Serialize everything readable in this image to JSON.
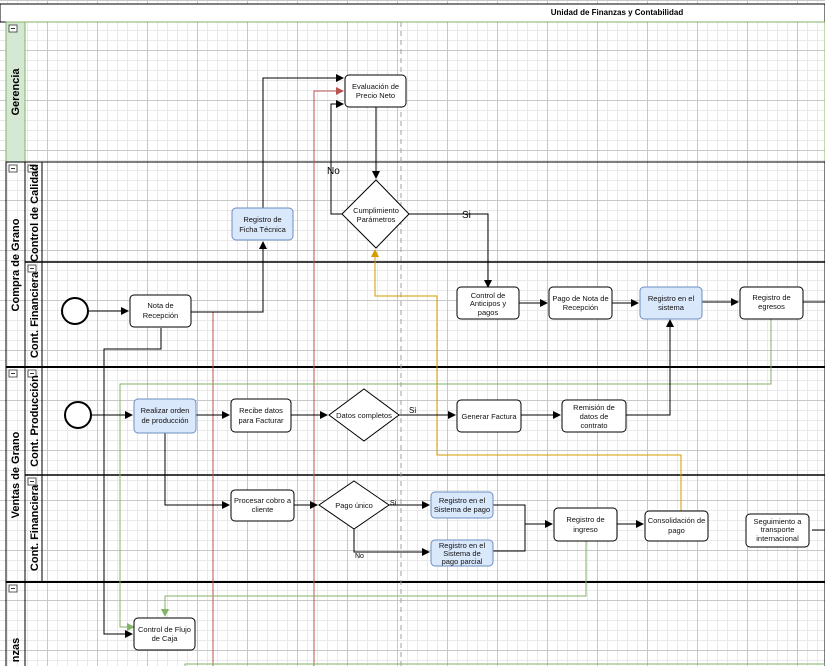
{
  "diagram": {
    "title": "Unidad de Finanzas y Contabilidad",
    "pools": [
      {
        "id": "pool-gerencia",
        "label": "Gerencia"
      },
      {
        "id": "pool-compra",
        "label": "Compra  de Grano"
      },
      {
        "id": "pool-ventas",
        "label": "Ventas de Grano"
      },
      {
        "id": "pool-bottom",
        "label": "nzas"
      }
    ],
    "lanes": [
      {
        "id": "lane-control-calidad",
        "label": "Control de Calidad"
      },
      {
        "id": "lane-cont-financiera-1",
        "label": "Cont. Financiera"
      },
      {
        "id": "lane-cont-produccion",
        "label": "Cont. Producción"
      },
      {
        "id": "lane-cont-financiera-2",
        "label": "Cont. Financiera"
      }
    ],
    "nodes": [
      {
        "id": "evaluacion",
        "lines": [
          "Evaluación de",
          "Precio Neto"
        ]
      },
      {
        "id": "cumplimiento",
        "lines": [
          "Cumplimiento",
          "Parámetros"
        ]
      },
      {
        "id": "ficha",
        "lines": [
          "Registro de",
          "Ficha Técnica"
        ]
      },
      {
        "id": "nota",
        "lines": [
          "Nota de",
          "Recepción"
        ]
      },
      {
        "id": "anticipos",
        "lines": [
          "Control de",
          "Anticipos y",
          "pagos"
        ]
      },
      {
        "id": "pago-nota",
        "lines": [
          "Pago de Nota de",
          "Recepción"
        ]
      },
      {
        "id": "registro-sistema",
        "lines": [
          "Registro en el",
          "sistema"
        ]
      },
      {
        "id": "egresos",
        "lines": [
          "Registro de",
          "egresos"
        ]
      },
      {
        "id": "orden",
        "lines": [
          "Realizar orden",
          "de producción"
        ]
      },
      {
        "id": "recibe",
        "lines": [
          "Recibe datos",
          "para Facturar"
        ]
      },
      {
        "id": "datos",
        "lines": [
          "Datos completos"
        ]
      },
      {
        "id": "factura",
        "lines": [
          "Generar Factura"
        ]
      },
      {
        "id": "remision",
        "lines": [
          "Remisión de",
          "datos de",
          "contrato"
        ]
      },
      {
        "id": "cobro",
        "lines": [
          "Procesar cobro a",
          "cliente"
        ]
      },
      {
        "id": "pago-unico",
        "lines": [
          "Pago único"
        ]
      },
      {
        "id": "reg-pago",
        "lines": [
          "Registro en el",
          "Sistema de pago"
        ]
      },
      {
        "id": "reg-parcial",
        "lines": [
          "Registro en el",
          "Sistema de",
          "pago  parcial"
        ]
      },
      {
        "id": "ingreso",
        "lines": [
          "Registro de",
          "ingreso"
        ]
      },
      {
        "id": "consolidacion",
        "lines": [
          "Consolidación de",
          "pago"
        ]
      },
      {
        "id": "seguimiento",
        "lines": [
          "Seguimiento a",
          "transporte",
          "internacional"
        ]
      },
      {
        "id": "flujo",
        "lines": [
          "Control de Flujo",
          "de Caja"
        ]
      }
    ],
    "edge_labels": [
      {
        "id": "no-1",
        "text": "No"
      },
      {
        "id": "si-1",
        "text": "Si"
      },
      {
        "id": "si-2",
        "text": "Si"
      },
      {
        "id": "si-3",
        "text": "Si"
      },
      {
        "id": "no-2",
        "text": "No"
      }
    ],
    "colors": {
      "grid_major": "#c8c8c8",
      "grid_minor": "#e9e9e9",
      "pool_green": "#d5e8d4",
      "green_border": "#82b366",
      "task_blue": "#dae8fc",
      "task_blue_border": "#6c8ebf",
      "red_line": "#b85450",
      "orange_line": "#d79b00"
    }
  }
}
